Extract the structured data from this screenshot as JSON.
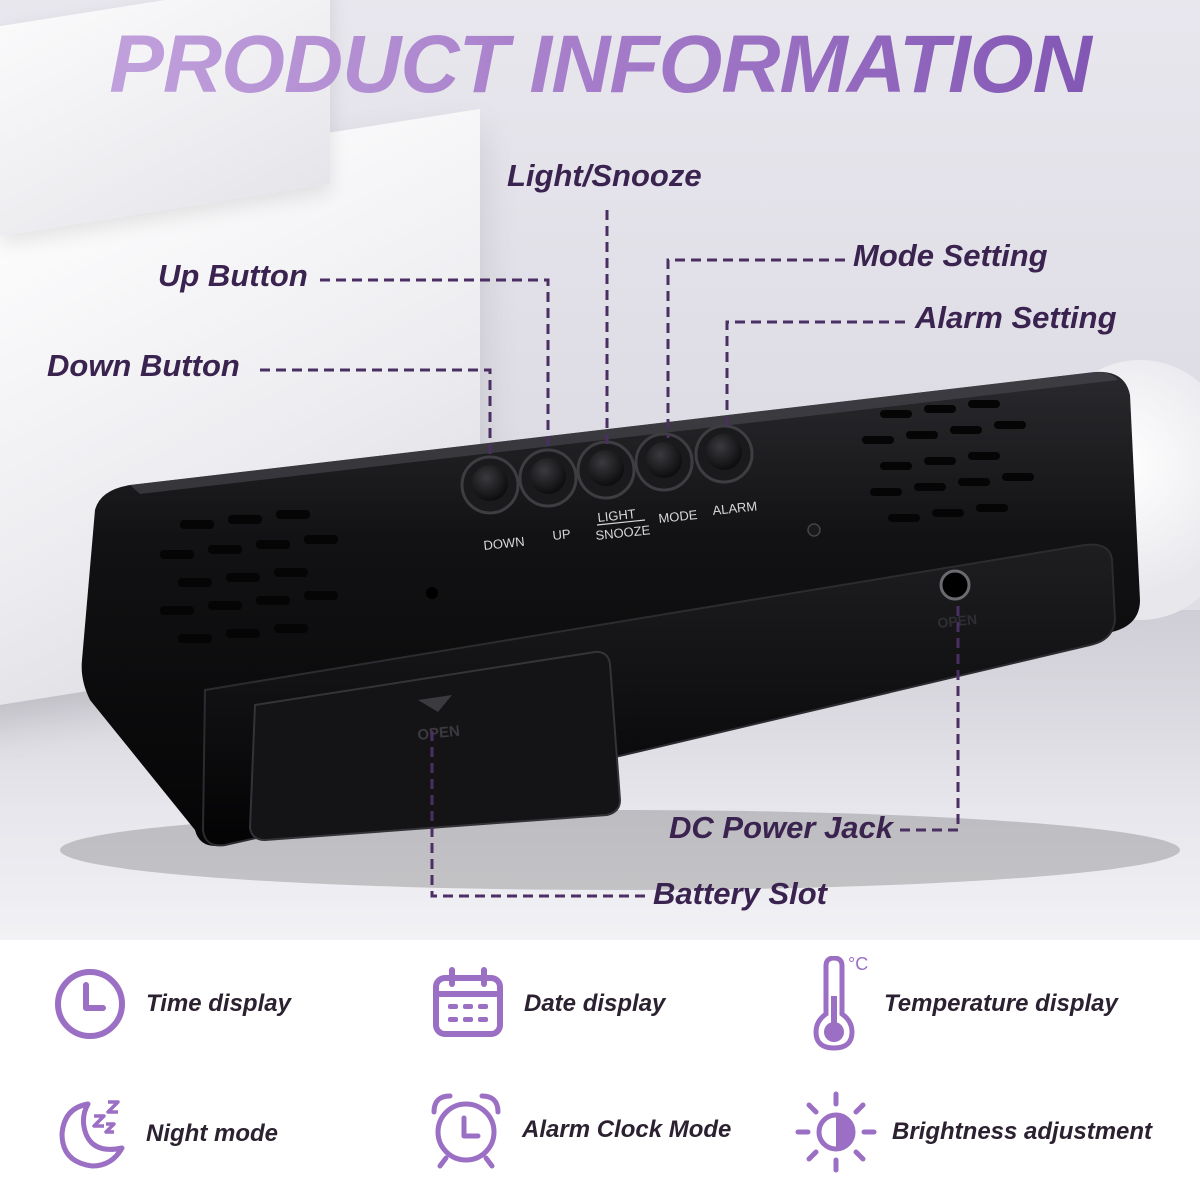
{
  "title": "PRODUCT INFORMATION",
  "colors": {
    "accent": "#9a6fc4",
    "accent_dark": "#3b2350",
    "device": "#0e0e10"
  },
  "device": {
    "button_labels": [
      "DOWN",
      "UP",
      "LIGHT",
      "SNOOZE",
      "MODE",
      "ALARM"
    ],
    "battery_door_label": "OPEN",
    "power_label": "OPEN"
  },
  "callouts": {
    "light_snooze": "Light/Snooze",
    "up_button": "Up Button",
    "mode_setting": "Mode Setting",
    "alarm_setting": "Alarm Setting",
    "down_button": "Down Button",
    "dc_power_jack": "DC Power Jack",
    "battery_slot": "Battery Slot"
  },
  "features": [
    {
      "icon": "clock-icon",
      "label": "Time display"
    },
    {
      "icon": "calendar-icon",
      "label": "Date display"
    },
    {
      "icon": "thermometer-icon",
      "label": "Temperature display",
      "unit": "°C"
    },
    {
      "icon": "moon-zzz-icon",
      "label": "Night mode"
    },
    {
      "icon": "alarm-clock-icon",
      "label": "Alarm Clock Mode"
    },
    {
      "icon": "brightness-icon",
      "label": "Brightness adjustment"
    }
  ]
}
